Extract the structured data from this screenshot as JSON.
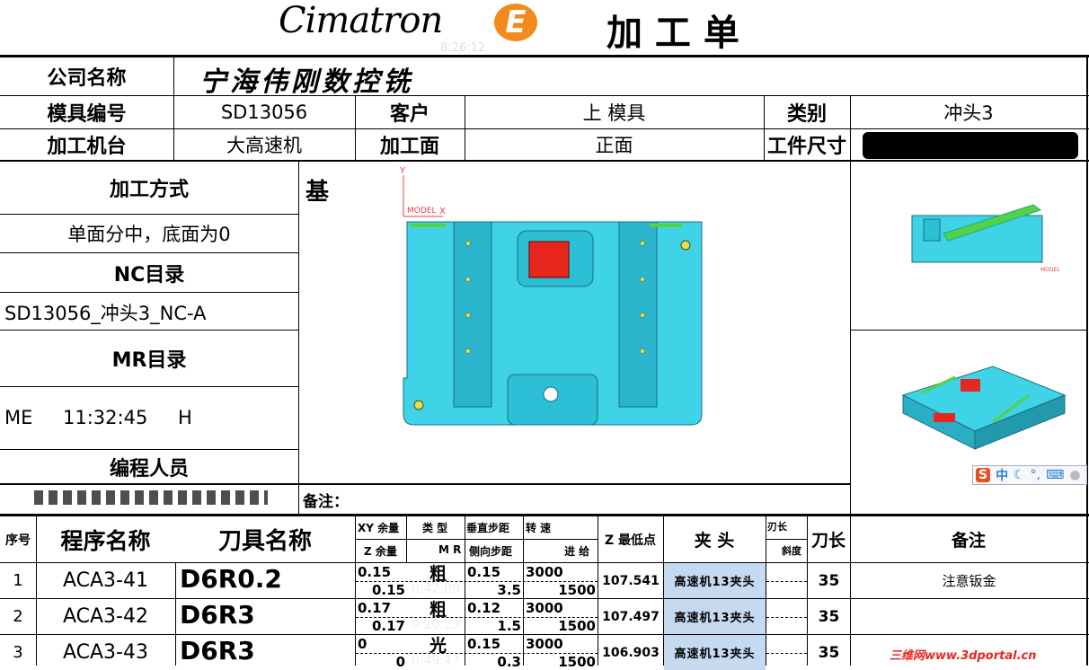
{
  "header": {
    "logo": "CimatronE",
    "title": "加 工 单",
    "faint_time": "8:26:12"
  },
  "info": {
    "company_label": "公司名称",
    "company": "宁海伟刚数控铣",
    "mold_no_label": "模具编号",
    "mold_no": "SD13056",
    "customer_label": "客户",
    "customer": "上 模具",
    "category_label": "类别",
    "category": "冲头3",
    "machine_label": "加工机台",
    "machine": "大高速机",
    "face_label": "加工面",
    "face": "正面",
    "size_label": "工件尺寸"
  },
  "left": {
    "method_label": "加工方式",
    "method": "单面分中，底面为0",
    "nc_label": "NC目录",
    "nc": "SD13056_冲头3_NC-A",
    "mr_label": "MR目录",
    "me": "ME",
    "me_time": "11:32:45",
    "me_h": "H",
    "programmer_label": "编程人员"
  },
  "view": {
    "base_label": "基",
    "axis_y": "Y",
    "axis_x": "X",
    "model": "MODEL",
    "remark_label": "备注："
  },
  "table": {
    "headers": {
      "no": "序号",
      "program": "程序名称",
      "tool": "刀具名称",
      "xy": "XY 余量",
      "z": "Z 余量",
      "type": "类 型",
      "mr": "M R",
      "vstep": "垂直步距",
      "sstep": "侧向步距",
      "speed": "转 速",
      "feed": "进 给",
      "zmin": "Z 最低点",
      "holder": "夹 头",
      "blade": "刃长",
      "slope": "斜度",
      "len": "刀长",
      "note": "备注"
    },
    "rows": [
      {
        "no": "1",
        "program": "ACA3-41",
        "tool": "D6R0.2",
        "xy": "0.15",
        "z": "0.15",
        "type": "粗",
        "time": "0:42:09",
        "vstep": "0.15",
        "sstep": "3.5",
        "speed": "3000",
        "feed": "1500",
        "zmin": "107.541",
        "holder": "高速机13夹头",
        "len": "35",
        "note": "注意钣金"
      },
      {
        "no": "2",
        "program": "ACA3-42",
        "tool": "D6R3",
        "xy": "0.17",
        "z": "0.17",
        "type": "粗",
        "time": "0:20:23",
        "vstep": "0.12",
        "sstep": "1.5",
        "speed": "3000",
        "feed": "1500",
        "zmin": "107.497",
        "holder": "高速机13夹头",
        "len": "35",
        "note": ""
      },
      {
        "no": "3",
        "program": "ACA3-43",
        "tool": "D6R3",
        "xy": "0",
        "z": "0",
        "type": "光",
        "time": "0:49:47",
        "vstep": "0.15",
        "sstep": "0.3",
        "speed": "3000",
        "feed": "1500",
        "zmin": "106.903",
        "holder": "高速机13夹头",
        "len": "35",
        "note": ""
      }
    ]
  },
  "ime": {
    "brand": "S",
    "mode": "中"
  },
  "watermark": "三维网www.3dportal.cn",
  "colors": {
    "holder_bg": "#c5d9f1",
    "model_cyan": "#3fd3e8",
    "red": "#e8261e",
    "logo_orange": "#f28a1e"
  }
}
